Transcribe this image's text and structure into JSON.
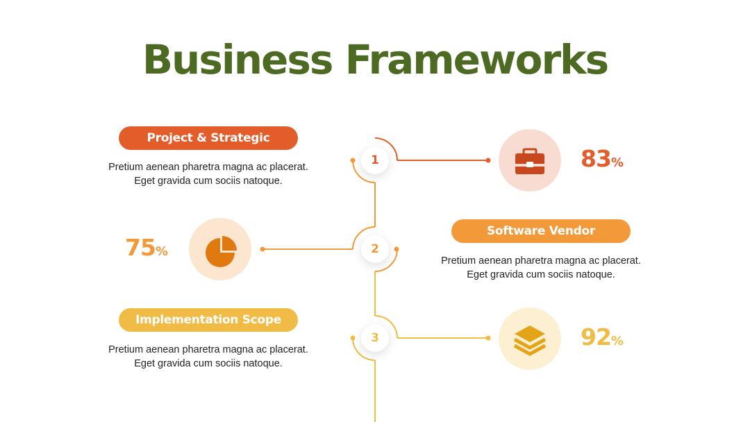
{
  "title": "Business Frameworks",
  "colors": {
    "title": "#4d6a23",
    "red": "#e35d2a",
    "orange": "#f29a3a",
    "yellow": "#f0bc45"
  },
  "items": [
    {
      "step": "1",
      "label": "Project & Strategic",
      "desc_line1": "Pretium aenean pharetra magna ac placerat.",
      "desc_line2": "Eget gravida cum sociis natoque.",
      "percent": "83",
      "percent_symbol": "%",
      "icon": "briefcase-icon"
    },
    {
      "step": "2",
      "label": "Software Vendor",
      "desc_line1": "Pretium aenean pharetra magna ac placerat.",
      "desc_line2": "Eget gravida cum sociis natoque.",
      "percent": "75",
      "percent_symbol": "%",
      "icon": "pie-chart-icon"
    },
    {
      "step": "3",
      "label": "Implementation Scope",
      "desc_line1": "Pretium aenean pharetra magna ac placerat.",
      "desc_line2": "Eget gravida cum sociis natoque.",
      "percent": "92",
      "percent_symbol": "%",
      "icon": "layers-icon"
    }
  ]
}
